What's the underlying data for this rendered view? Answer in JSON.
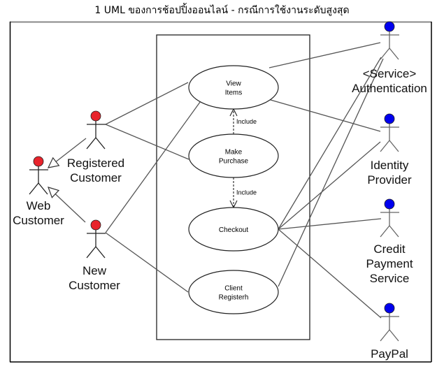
{
  "title": "1 UML ของการช้อปปิ้งออนไลน์ - กรณีการใช้งานระดับสูงสุด",
  "colors": {
    "primary_actor_head": "#e8242c",
    "secondary_actor_head": "#0000ee",
    "line": "#555555"
  },
  "use_cases": [
    {
      "id": "view-items",
      "lines": [
        "View",
        "Items"
      ]
    },
    {
      "id": "make-purchase",
      "lines": [
        "Make",
        "Purchase"
      ]
    },
    {
      "id": "checkout",
      "lines": [
        "Checkout"
      ]
    },
    {
      "id": "client-register",
      "lines": [
        "Client",
        "Registerh"
      ]
    }
  ],
  "actors": [
    {
      "id": "web-customer",
      "lines": [
        "Web",
        "Customer"
      ],
      "type": "primary"
    },
    {
      "id": "registered-customer",
      "lines": [
        "Registered",
        "Customer"
      ],
      "type": "primary"
    },
    {
      "id": "new-customer",
      "lines": [
        "New",
        "Customer"
      ],
      "type": "primary"
    },
    {
      "id": "authentication",
      "lines": [
        "<Service>",
        "Authentication"
      ],
      "type": "secondary"
    },
    {
      "id": "identity-provider",
      "lines": [
        "Identity",
        "Provider"
      ],
      "type": "secondary"
    },
    {
      "id": "credit-payment-service",
      "lines": [
        "Credit",
        "Payment",
        "Service"
      ],
      "type": "secondary"
    },
    {
      "id": "paypal",
      "lines": [
        "PayPal"
      ],
      "type": "secondary"
    }
  ],
  "include_relations": [
    {
      "from": "make-purchase",
      "to": "view-items",
      "label": "Include"
    },
    {
      "from": "make-purchase",
      "to": "checkout",
      "label": "Include"
    }
  ],
  "generalizations": [
    {
      "from": "registered-customer",
      "to": "web-customer"
    },
    {
      "from": "new-customer",
      "to": "web-customer"
    }
  ],
  "associations": [
    {
      "actor": "registered-customer",
      "use_case": "view-items"
    },
    {
      "actor": "registered-customer",
      "use_case": "make-purchase"
    },
    {
      "actor": "new-customer",
      "use_case": "view-items"
    },
    {
      "actor": "new-customer",
      "use_case": "client-register"
    },
    {
      "actor": "authentication",
      "use_case": "view-items"
    },
    {
      "actor": "authentication",
      "use_case": "checkout"
    },
    {
      "actor": "authentication",
      "use_case": "client-register"
    },
    {
      "actor": "identity-provider",
      "use_case": "view-items"
    },
    {
      "actor": "identity-provider",
      "use_case": "checkout"
    },
    {
      "actor": "credit-payment-service",
      "use_case": "checkout"
    },
    {
      "actor": "paypal",
      "use_case": "checkout"
    }
  ]
}
